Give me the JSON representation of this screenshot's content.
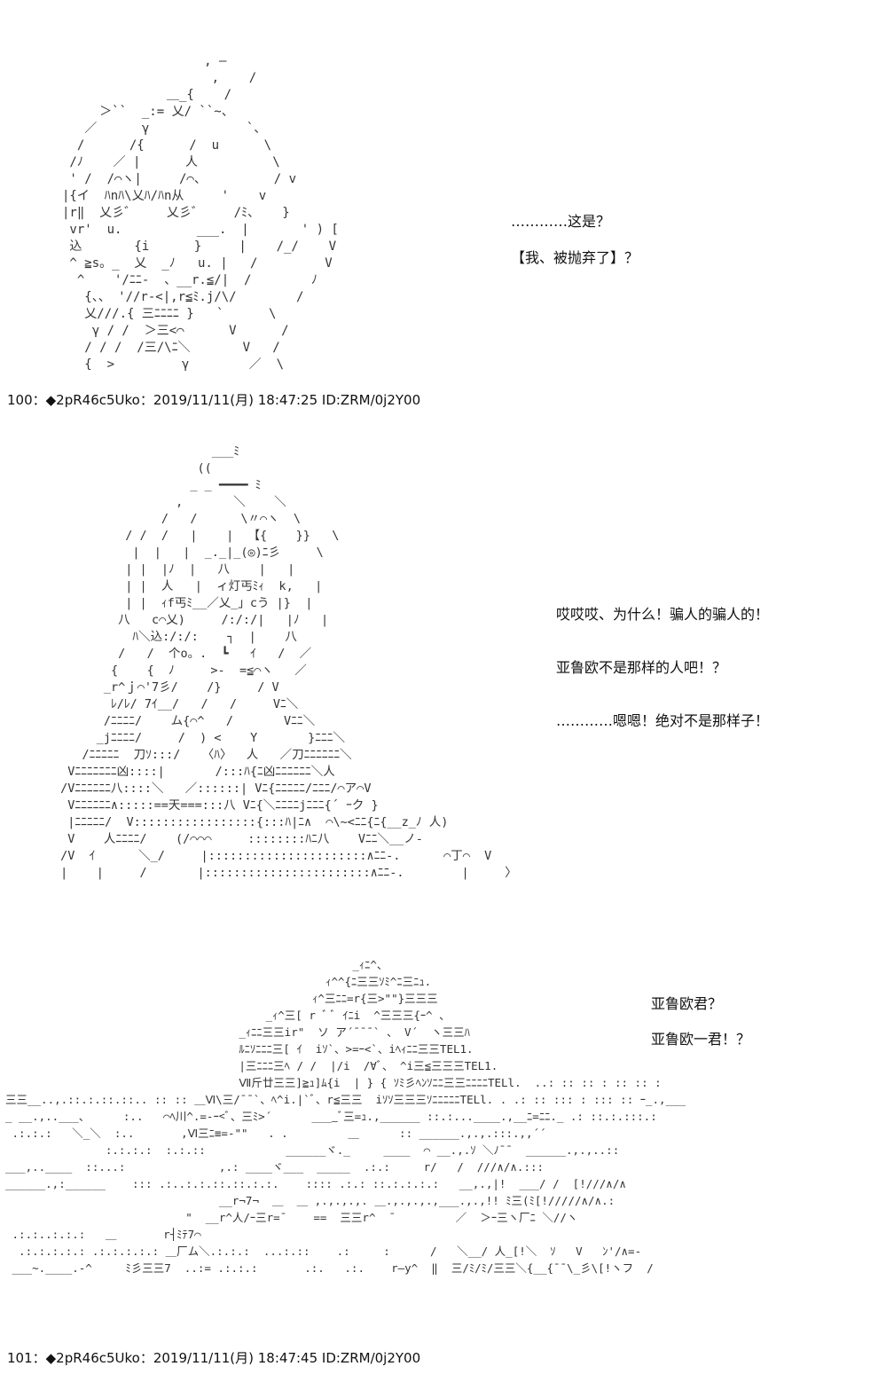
{
  "posts": [
    {
      "header": "100：◆2pR46c5Uko：2019/11/11(月) 18:47:25 ID:ZRM/0j2Y00",
      "lines": [
        "…………这是？",
        "【我、被抛弃了】？"
      ]
    },
    {
      "lines": [
        "哎哎哎、为什么！骗人的骗人的！",
        "亚鲁欧不是那样的人吧！？",
        "…………嗯嗯！绝对不是那样子！"
      ]
    },
    {
      "header": "101：◆2pR46c5Uko：2019/11/11(月) 18:47:45 ID:ZRM/0j2Y00",
      "lines": [
        "亚鲁欧君？",
        "亚鲁欧一君！？"
      ]
    }
  ]
}
